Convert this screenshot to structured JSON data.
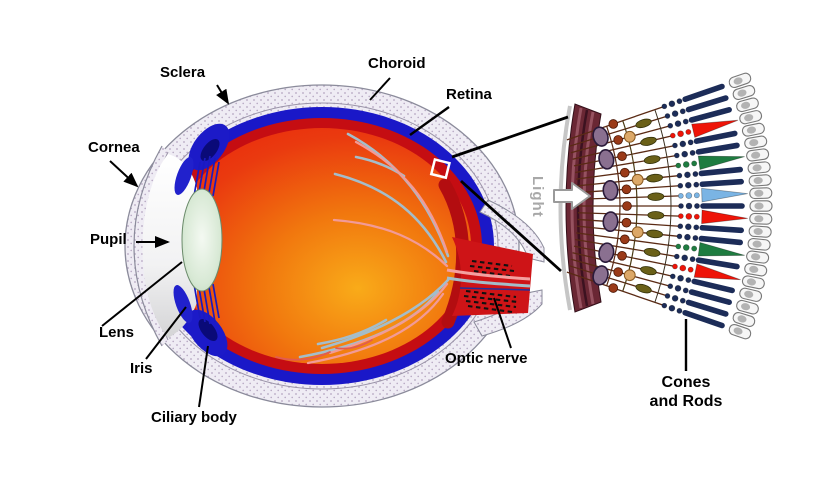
{
  "diagram": {
    "subject": "Human eye cross-section with retina photoreceptor detail"
  },
  "labels": {
    "sclera": "Sclera",
    "choroid": "Choroid",
    "retina": "Retina",
    "cornea": "Cornea",
    "pupil": "Pupil",
    "lens": "Lens",
    "iris": "Iris",
    "ciliary_body": "Ciliary body",
    "optic_nerve": "Optic nerve",
    "light": "Light",
    "cones_rods_1": "Cones",
    "cones_rods_2": "and Rods"
  },
  "colors": {
    "background": "#ffffff",
    "label_text": "#000000",
    "light_label": "#a8a8a8",
    "sclera_fill": "#efecf4",
    "sclera_dots": "#b5a6c1",
    "sclera_outline": "#8b8b9b",
    "choroid_blue": "#1a18c8",
    "retina_red": "#c50d12",
    "fundus_orange": "#f9ab19",
    "fundus_red": "#e8200c",
    "vessel_gray": "#a4bdca",
    "vessel_pink": "#f29a97",
    "lens_green": "#bcd6ba",
    "iris_blue": "#2121cc",
    "nerve_red": "#ce1417"
  },
  "detail": {
    "ray_count": 21,
    "angle_span": 19,
    "cones": {
      "3": "#ee1408",
      "6": "#1e7c40",
      "9": "#7ab4e4",
      "11": "#ee1408",
      "14": "#1e7c40",
      "16": "#ee1408"
    },
    "colors": {
      "rod": "#1c2c58",
      "cap": "#f6f6f6",
      "cap_inner": "#b3b3b3",
      "ganglion": "#8a7090",
      "ganglion_outline": "#2a1a3a",
      "bipolar_brown": "#9a3a18",
      "horizontal_tan": "#dca868",
      "olive": "#6a6018",
      "axon": "#5a2a14",
      "band": "#6a2734",
      "band_stripe_light": "#965260",
      "band_stripe_dark": "#3c1220",
      "band_edge": "#c6c6c6"
    }
  }
}
